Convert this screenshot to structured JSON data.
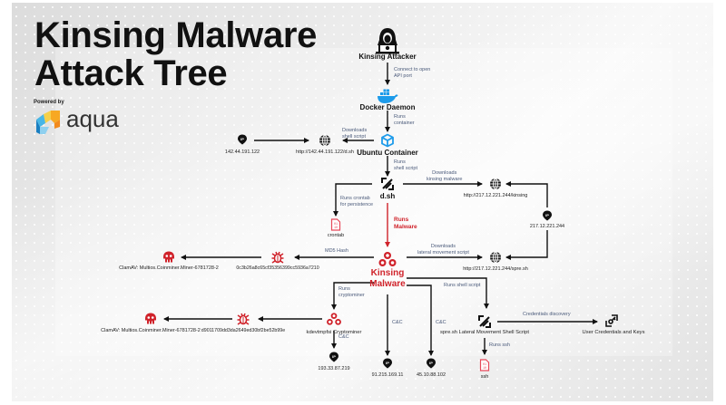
{
  "title": {
    "line1": "Kinsing Malware",
    "line2": "Attack Tree"
  },
  "branding": {
    "powered_by": "Powered by",
    "logo_text": "aqua"
  },
  "colors": {
    "accent_red": "#d0222a",
    "docker_blue": "#1d9bea",
    "edge_label": "#4a5a7a",
    "arrow": "#111111",
    "file_pink": "#e8485a"
  },
  "nodes": {
    "attacker": {
      "label": "Kinsing Attacker",
      "icon": "hacker-icon"
    },
    "docker": {
      "label": "Docker Daemon",
      "icon": "docker-icon"
    },
    "ubuntu": {
      "label": "Ubuntu Container",
      "icon": "container-cube-icon"
    },
    "url_dsh": {
      "label": "http://142.44.191.122/d.sh",
      "icon": "globe-icon"
    },
    "ip_142": {
      "label": "142.44.191.122",
      "icon": "ip-pin-icon"
    },
    "dsh": {
      "label": "d.sh",
      "icon": "shell-script-icon"
    },
    "crontab": {
      "label": "crontab",
      "icon": "binary-file-icon"
    },
    "url_kinsing": {
      "label": "http://217.12.221.244/kinsing",
      "icon": "globe-icon"
    },
    "ip_217": {
      "label": "217.12.221.244",
      "icon": "ip-pin-icon"
    },
    "url_spre": {
      "label": "http://217.12.221.244/spre.sh",
      "icon": "globe-icon"
    },
    "kinsing": {
      "label_line1": "Kinsing",
      "label_line2": "Malware",
      "icon": "biohazard-icon"
    },
    "hash1": {
      "label": "0c3b26a8c65cf35356399cc5936a7210",
      "icon": "bug-icon"
    },
    "clamav1": {
      "label": "ClamAV: Multios.Coinminer.Miner-6781728-2",
      "icon": "clamav-icon"
    },
    "cryptominer": {
      "label": "kdevtmpfsi Cryptominer",
      "icon": "biohazard-icon"
    },
    "hash2": {
      "label": "d9011709dd3da2649ed30bf2be52b99e",
      "icon": "bug-icon"
    },
    "clamav2": {
      "label": "ClamAV: Multios.Coinminer.Miner-6781728-2",
      "icon": "clamav-icon"
    },
    "ip_193": {
      "label": "193.33.87.219",
      "icon": "ip-pin-icon"
    },
    "ip_91": {
      "label": "91.215.169.11",
      "icon": "ip-pin-icon"
    },
    "ip_45": {
      "label": "45.10.88.102",
      "icon": "ip-pin-icon"
    },
    "spre": {
      "label": "spre.sh Lateral Movement Shell Script",
      "icon": "shell-script-icon"
    },
    "ssh": {
      "label": "ssh",
      "icon": "binary-file-icon"
    },
    "creds": {
      "label": "User Credentials and Keys",
      "icon": "credentials-icon"
    }
  },
  "edges": {
    "attacker_docker": {
      "line1": "Connect to open",
      "line2": "API port"
    },
    "docker_ubuntu": {
      "line1": "Runs",
      "line2": "container"
    },
    "ubuntu_url": {
      "line1": "Downloads",
      "line2": "shell script"
    },
    "ubuntu_dsh": {
      "line1": "Runs",
      "line2": "shell script"
    },
    "dsh_crontab": {
      "line1": "Runs crontab",
      "line2": "for persistence"
    },
    "dsh_kinsing_url": {
      "line1": "Downloads",
      "line2": "kinsing malware"
    },
    "dsh_malware": {
      "line1": "Runs",
      "line2": "Malware"
    },
    "malware_hash": {
      "line1": "MD5 Hash"
    },
    "malware_spre_url": {
      "line1": "Downloads",
      "line2": "lateral movement script"
    },
    "malware_miner": {
      "line1": "Runs",
      "line2": "cryptominer"
    },
    "malware_spre": {
      "line1": "Runs shell script"
    },
    "malware_cc1": {
      "line1": "C&C"
    },
    "malware_cc2": {
      "line1": "C&C"
    },
    "miner_cc": {
      "line1": "C&C"
    },
    "spre_ssh": {
      "line1": "Runs ssh"
    },
    "spre_creds": {
      "line1": "Credentials discovery"
    }
  }
}
